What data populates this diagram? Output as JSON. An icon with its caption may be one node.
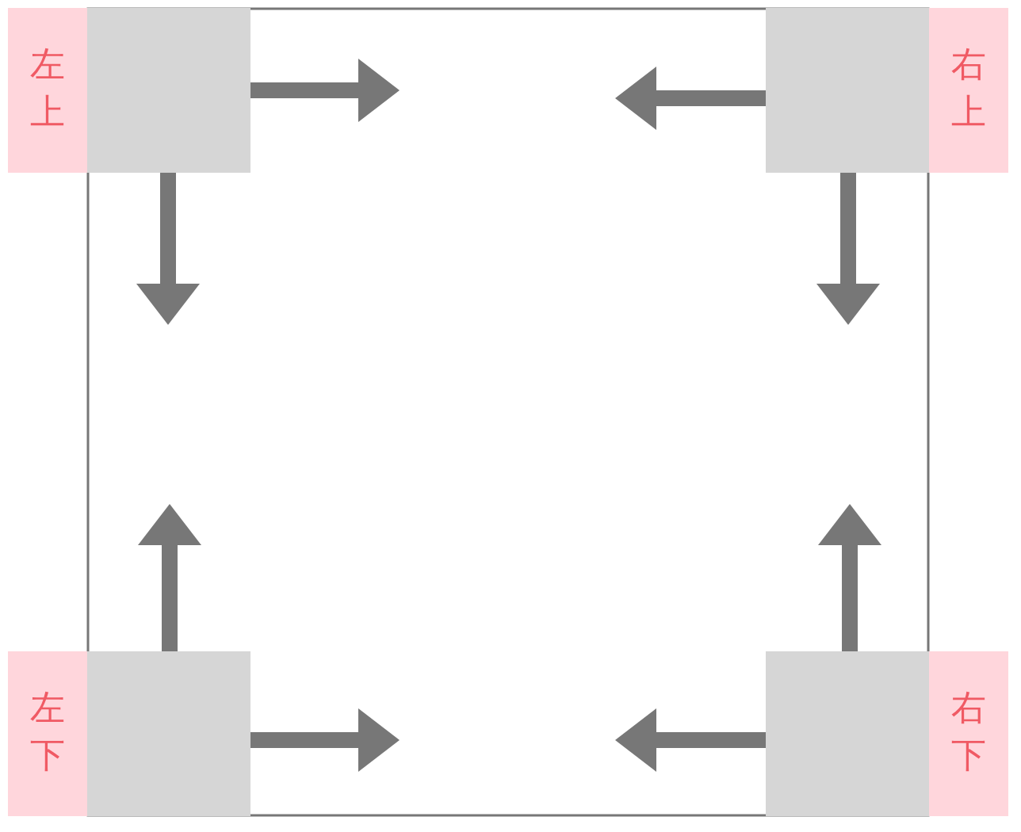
{
  "diagram": {
    "nodes": [
      {
        "text": [
          "左上"
        ]
      },
      {
        "text": [],
        "shape": "box"
      },
      {
        "text": [],
        "shape": "box"
      },
      {
        "text": [
          "右上"
        ]
      },
      {
        "text": [
          "左下"
        ]
      },
      {
        "text": [],
        "shape": "box"
      },
      {
        "text": [],
        "shape": "box"
      },
      {
        "text": [
          "右下"
        ]
      }
    ],
    "edges": [
      {
        "from": 1,
        "to": null,
        "arrow": "to"
      },
      {
        "from": 1,
        "to": null,
        "arrow": "to"
      },
      {
        "from": 2,
        "to": null,
        "arrow": "to"
      },
      {
        "from": 2,
        "to": null,
        "arrow": "to"
      },
      {
        "from": 5,
        "to": null,
        "arrow": "to"
      },
      {
        "from": 5,
        "to": null,
        "arrow": "to"
      },
      {
        "from": 6,
        "to": null,
        "arrow": "to"
      },
      {
        "from": 6,
        "to": null,
        "arrow": "to"
      }
    ]
  }
}
